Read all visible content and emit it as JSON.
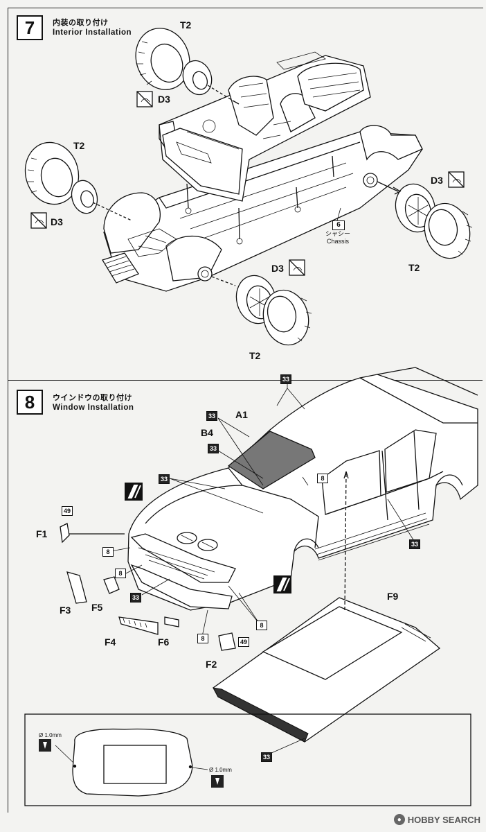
{
  "step7": {
    "number": "7",
    "title_jp": "内装の取り付け",
    "title_en": "Interior  Installation",
    "labels": {
      "t2_top": "T2",
      "t2_left": "T2",
      "t2_right": "T2",
      "t2_bottom": "T2",
      "d3_top": "D3",
      "d3_left": "D3",
      "d3_right": "D3",
      "d3_bottom": "D3"
    },
    "chassis_ref": {
      "step": "6",
      "jp": "シャシー",
      "en": "Chassis"
    }
  },
  "step8": {
    "number": "8",
    "title_jp": "ウインドウの取り付け",
    "title_en": "Window Installation",
    "labels": {
      "a1": "A1",
      "b4": "B4",
      "f1": "F1",
      "f2": "F2",
      "f3": "F3",
      "f4": "F4",
      "f5": "F5",
      "f6": "F6",
      "f9": "F9"
    },
    "paint_codes": {
      "c33": "33",
      "c8": "8",
      "c49": "49"
    },
    "detail": {
      "drill_size": "Ø 1.0mm"
    }
  },
  "watermark": "HOBBY SEARCH",
  "icons": [
    "no-glue-icon",
    "glue-icon",
    "drill-icon",
    "wheel-icon",
    "tire-icon",
    "arrow-icon"
  ]
}
